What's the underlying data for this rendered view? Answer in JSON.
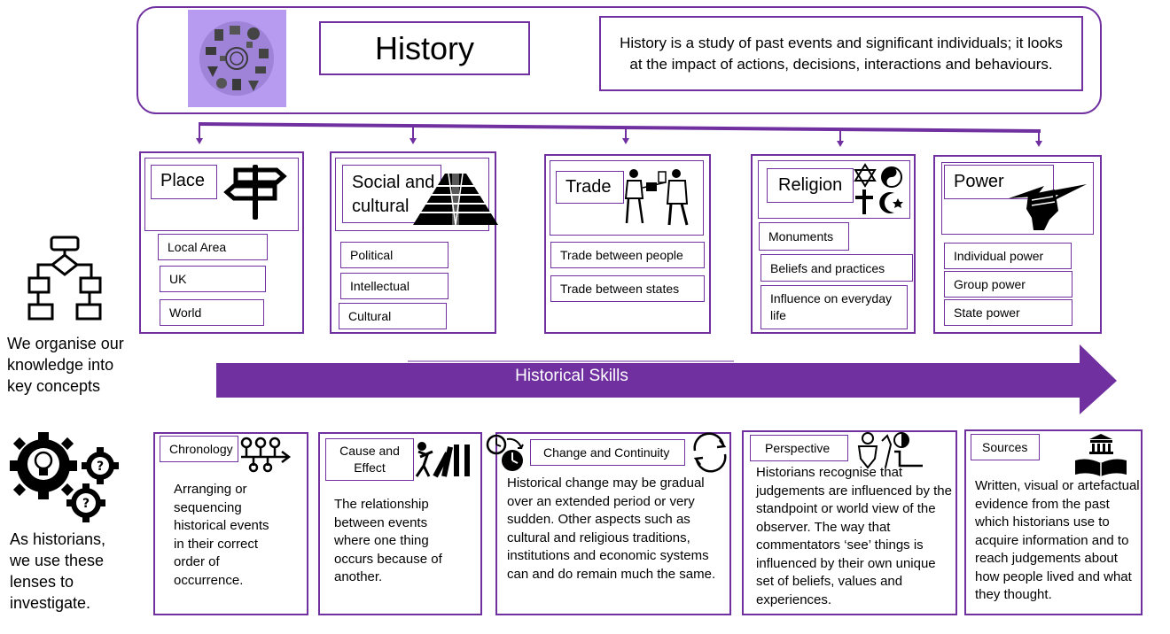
{
  "header": {
    "title": "History",
    "definition": "History is a study of past events and significant individuals; it looks at the impact of actions, decisions, interactions and behaviours."
  },
  "side": {
    "organise_text": "We organise our knowledge into key concepts",
    "lenses_text": "As historians, we use these lenses to investigate."
  },
  "concepts": [
    {
      "title": "Place",
      "items": [
        "Local Area",
        "UK",
        "World"
      ]
    },
    {
      "title": "Social and cultural",
      "items": [
        "Political",
        "Intellectual",
        "Cultural"
      ]
    },
    {
      "title": "Trade",
      "items": [
        "Trade between people",
        "Trade between states"
      ]
    },
    {
      "title": "Religion",
      "items": [
        "Monuments",
        "Beliefs and  practices",
        "Influence on everyday life"
      ]
    },
    {
      "title": "Power",
      "items": [
        "Individual power",
        "Group power",
        "State power"
      ]
    }
  ],
  "skills_banner": "Historical Skills",
  "skills": [
    {
      "title": "Chronology",
      "text": "Arranging or sequencing historical events in their correct order of occurrence."
    },
    {
      "title": "Cause and Effect",
      "text": "The relationship between events where one thing occurs because of another."
    },
    {
      "title": "Change and Continuity",
      "text": "Historical change may be gradual over an extended period or very sudden.  Other aspects such as cultural and religious traditions, institutions and economic systems can and do remain much the same."
    },
    {
      "title": "Perspective",
      "text": "Historians recognise that judgements are influenced by the standpoint or world view of the observer.  The way that commentators ‘see’ things is influenced by their own unique set of beliefs, values and experiences."
    },
    {
      "title": "Sources",
      "text": "Written, visual or artefactual evidence from the past which historians use to acquire information and to reach judgements about how people lived and what they thought."
    }
  ],
  "colors": {
    "accent": "#7030a0",
    "logo_bg": "#b69bf0"
  }
}
